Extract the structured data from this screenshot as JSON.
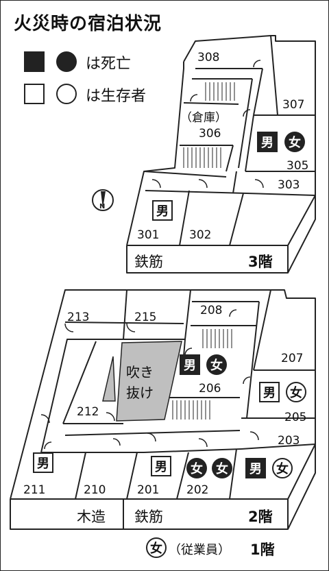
{
  "title": "火災時の宿泊状況",
  "legend": {
    "dead_label": "は死亡",
    "alive_label": "は生存者"
  },
  "symbols": {
    "male": "男",
    "female": "女"
  },
  "floor3": {
    "rooms": {
      "r308": "308",
      "r307": "307",
      "r306_note": "（倉庫）",
      "r306": "306",
      "r305": "305",
      "r303": "303",
      "r301": "301",
      "r302": "302"
    },
    "structure": "鉄筋",
    "floor_label": "3階"
  },
  "floor2": {
    "rooms": {
      "r213": "213",
      "r215": "215",
      "r208": "208",
      "r207": "207",
      "r206": "206",
      "r205": "205",
      "r212": "212",
      "r203": "203",
      "r211": "211",
      "r210": "210",
      "r201": "201",
      "r202": "202"
    },
    "atrium_line1": "吹き",
    "atrium_line2": "抜け",
    "structure_wood": "木造",
    "structure_rc": "鉄筋",
    "floor_label": "2階"
  },
  "floor1": {
    "note": "（従業員）",
    "floor_label": "1階"
  }
}
